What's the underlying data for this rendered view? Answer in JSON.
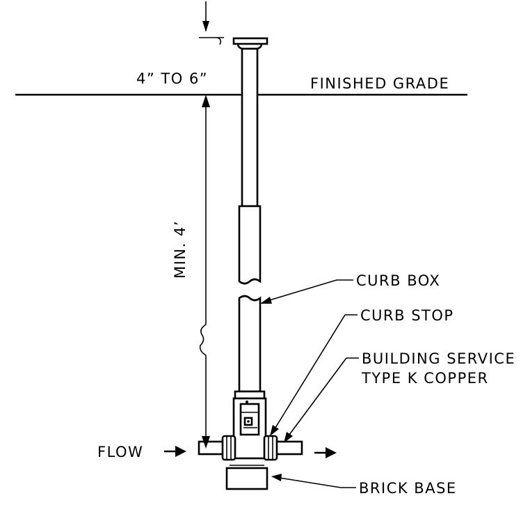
{
  "labels": {
    "depth_range": "4” TO 6”",
    "finished_grade": "FINISHED GRADE",
    "min_depth": "MIN. 4’",
    "curb_box": "CURB BOX",
    "curb_stop": "CURB STOP",
    "building_service_line1": "BUILDING SERVICE",
    "building_service_line2": "TYPE K COPPER",
    "flow": "FLOW",
    "brick_base": "BRICK BASE"
  }
}
